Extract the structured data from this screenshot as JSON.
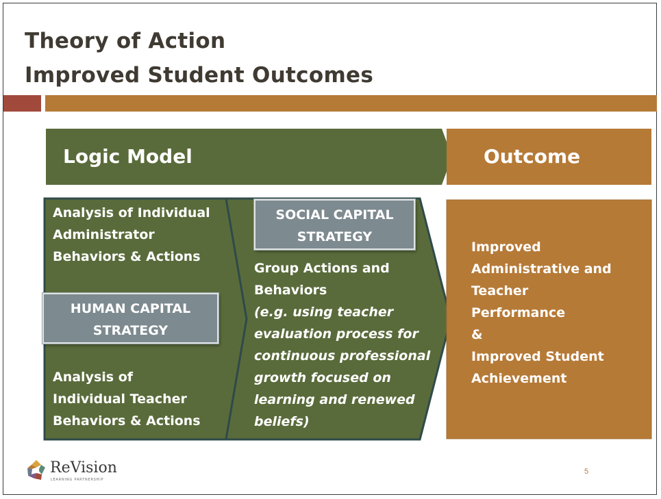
{
  "slide": {
    "title_line1": "Theory of Action",
    "title_line2": "Improved Student Outcomes",
    "page_number": "5"
  },
  "colors": {
    "green": "#5a6b3b",
    "gold": "#b67a37",
    "red_accent": "#a14a3c",
    "strategy_box": "#7d8a8f"
  },
  "header": {
    "logic_model": "Logic Model",
    "outcome": "Outcome"
  },
  "human_capital": {
    "top_text": [
      "Analysis of Individual",
      "Administrator",
      "Behaviors & Actions"
    ],
    "strategy_label": [
      "HUMAN CAPITAL",
      "STRATEGY"
    ],
    "bottom_text": [
      "Analysis of",
      "Individual Teacher",
      "Behaviors & Actions"
    ]
  },
  "social_capital": {
    "strategy_label": [
      "SOCIAL CAPITAL",
      "STRATEGY"
    ],
    "text": [
      "Group Actions and",
      "Behaviors"
    ],
    "example": [
      "(e.g. using teacher",
      "evaluation process for",
      "continuous professional",
      "growth focused on",
      "learning and renewed",
      "beliefs)"
    ]
  },
  "outcome_box": {
    "lines": [
      "Improved",
      "Administrative and",
      "Teacher",
      "Performance",
      "&",
      "Improved Student",
      "Achievement"
    ]
  },
  "logo": {
    "icon": "revision-logo-icon",
    "name": "ReVision",
    "tagline": "LEARNING PARTNERSHIP"
  }
}
